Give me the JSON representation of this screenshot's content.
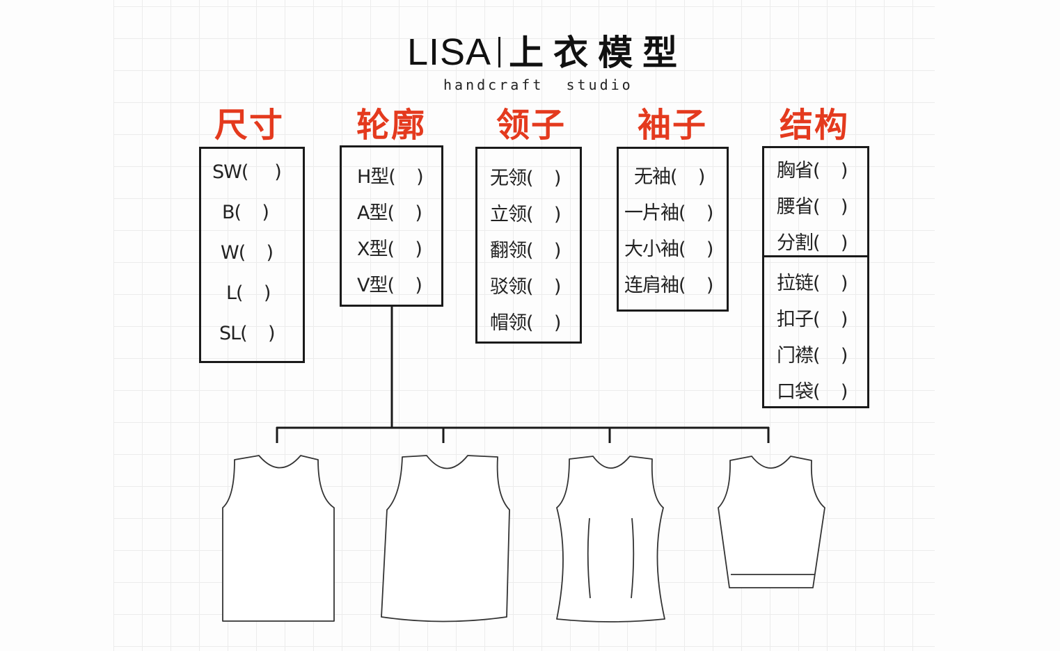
{
  "title": {
    "brand": "LISA",
    "name": "上衣模型",
    "subtitle": "handcraft  studio"
  },
  "columns": [
    {
      "header": "尺寸",
      "items": [
        "SW(     )",
        "B(    )",
        "W(    )",
        "L(    )",
        "SL(    )"
      ]
    },
    {
      "header": "轮廓",
      "items": [
        "H型(    )",
        "A型(    )",
        "X型(    )",
        "V型(    )"
      ]
    },
    {
      "header": "领子",
      "items": [
        "无领(    )",
        "立领(    )",
        "翻领(    )",
        "驳领(    )",
        "帽领(    )"
      ]
    },
    {
      "header": "袖子",
      "items": [
        "无袖(    )",
        "一片袖(    )",
        "大小袖(    )",
        "连肩袖(    )"
      ]
    },
    {
      "header": "结构",
      "items": [
        "胸省(    )",
        "腰省(    )",
        "分割(    )",
        "拉链(    )",
        "扣子(    )",
        "门襟(    )",
        "口袋(    )"
      ]
    }
  ],
  "colors": {
    "accent": "#e43a1e",
    "line": "#1a1a1a"
  }
}
